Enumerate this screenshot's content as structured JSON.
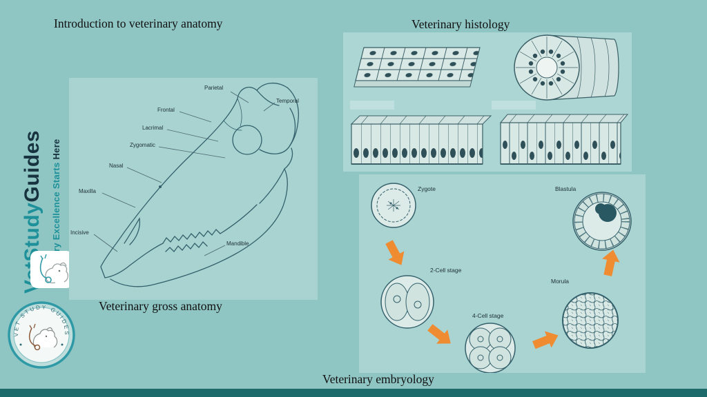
{
  "slide": {
    "title": "Introduction to veterinary anatomy",
    "histology_title": "Veterinary histology",
    "gross_caption": "Veterinary gross anatomy",
    "embryology_caption": "Veterinary embryology"
  },
  "brand": {
    "vet": "Vet",
    "study": "Study",
    "guides": "Guides",
    "tagline": "Veterinary Excellence Starts ",
    "tagline_emphasis": "Here"
  },
  "logo": {
    "arc_text": "VET STUDY GUIDES"
  },
  "skull_labels": [
    "Parietal",
    "Temporal",
    "Frontal",
    "Lacrimal",
    "Zygomatic",
    "Nasal",
    "Maxilla",
    "Incisive",
    "Mandible"
  ],
  "embryo_stages": [
    "Zygote",
    "2-Cell stage",
    "4-Cell stage",
    "Morula",
    "Blastula"
  ],
  "colors": {
    "background": "#8fc6c4",
    "panel": "#a8d3d1",
    "footer_bar": "#1e6b6b",
    "arrow_orange": "#ef8b30",
    "line_ink": "#33606b",
    "brand_teal": "#1d9099",
    "brand_dark": "#17333f"
  }
}
